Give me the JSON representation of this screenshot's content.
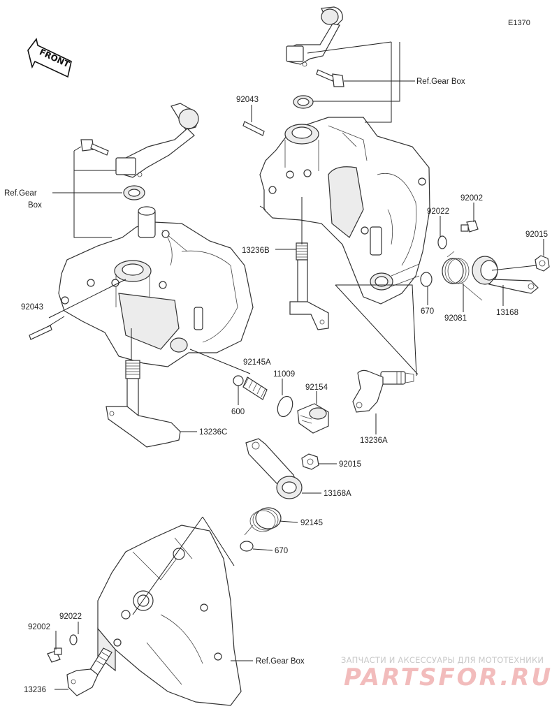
{
  "diagram_code": "E1370",
  "front_label": "FRONT",
  "watermark": {
    "tagline": "ЗАПЧАСТИ И АКСЕССУАРЫ ДЛЯ МОТОТЕХНИКИ",
    "brand": "PARTSFOR.RU"
  },
  "labels": {
    "ref_gear_box_top": "Ref.Gear Box",
    "ref_gear_left_1": "Ref.Gear",
    "ref_gear_left_2": "Box",
    "ref_gear_box_bottom": "Ref.Gear Box",
    "p92043_top": "92043",
    "p92043_left": "92043",
    "p92002_top": "92002",
    "p92022_top": "92022",
    "p92015_top": "92015",
    "p13236B": "13236B",
    "p670_top": "670",
    "p92081": "92081",
    "p13168": "13168",
    "p92145A": "92145A",
    "p11009": "11009",
    "p92154": "92154",
    "p600": "600",
    "p13236A": "13236A",
    "p13236C": "13236C",
    "p92015_mid": "92015",
    "p13168A": "13168A",
    "p92145": "92145",
    "p670_bottom": "670",
    "p92022_bottom": "92022",
    "p92002_bottom": "92002",
    "p13236": "13236"
  }
}
